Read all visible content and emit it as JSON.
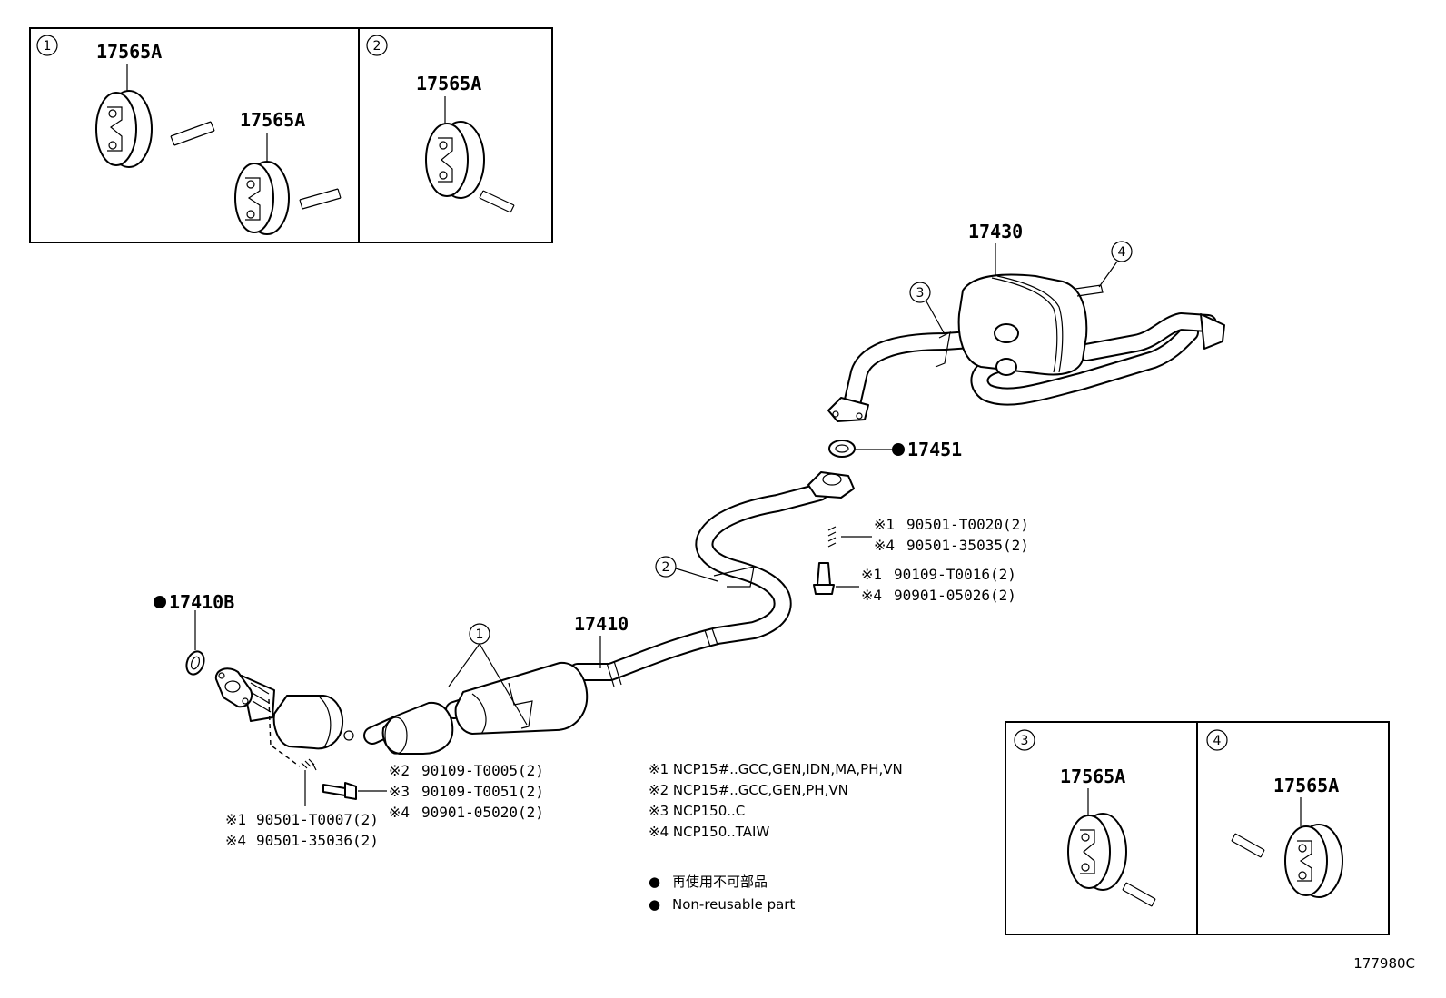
{
  "inset_boxes": [
    {
      "marker": "1",
      "labels": [
        "17565A",
        "17565A"
      ]
    },
    {
      "marker": "2",
      "labels": [
        "17565A"
      ]
    },
    {
      "marker": "3",
      "labels": [
        "17565A"
      ]
    },
    {
      "marker": "4",
      "labels": [
        "17565A"
      ]
    }
  ],
  "parts": {
    "muffler": "17430",
    "gasket_rear": "17451",
    "front_pipe": "17410",
    "gasket_front": "17410B"
  },
  "callout_markers": [
    "1",
    "2",
    "3",
    "4"
  ],
  "bolt_specs_right": [
    {
      "mark": "※1",
      "part": "90501-T0020(2)"
    },
    {
      "mark": "※4",
      "part": "90501-35035(2)"
    },
    {
      "mark": "※1",
      "part": "90109-T0016(2)"
    },
    {
      "mark": "※4",
      "part": "90901-05026(2)"
    }
  ],
  "bolt_specs_center": [
    {
      "mark": "※2",
      "part": "90109-T0005(2)"
    },
    {
      "mark": "※3",
      "part": "90109-T0051(2)"
    },
    {
      "mark": "※4",
      "part": "90901-05020(2)"
    }
  ],
  "bolt_specs_left": [
    {
      "mark": "※1",
      "part": "90501-T0007(2)"
    },
    {
      "mark": "※4",
      "part": "90501-35036(2)"
    }
  ],
  "footnotes": [
    "※1 NCP15#..GCC,GEN,IDN,MA,PH,VN",
    "※2 NCP15#..GCC,GEN,PH,VN",
    "※3 NCP150..C",
    "※4 NCP150..TAIW"
  ],
  "legend": {
    "symbol": "●",
    "items": [
      "再使用不可部品",
      "Non-reusable part"
    ]
  },
  "diagram_code": "177980C"
}
